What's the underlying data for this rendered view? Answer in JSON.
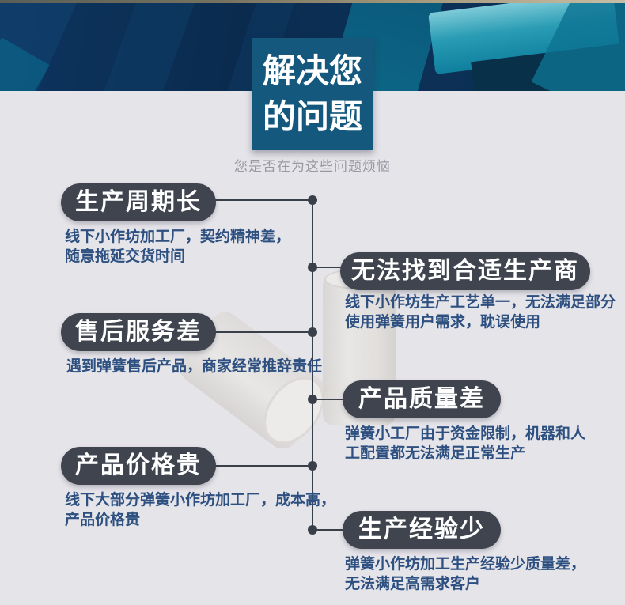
{
  "page": {
    "title_line1": "解决您",
    "title_line2": "的问题",
    "subtitle": "您是否在为这些问题烦恼"
  },
  "problems": {
    "left": [
      {
        "label": "生产周期长",
        "desc": "线下小作坊加工厂，契约精神差，\n随意拖延交货时间"
      },
      {
        "label": "售后服务差",
        "desc": "遇到弹簧售后产品，商家经常推辞责任"
      },
      {
        "label": "产品价格贵",
        "desc": "线下大部分弹簧小作坊加工厂，成本高，\n产品价格贵"
      }
    ],
    "right": [
      {
        "label": "无法找到合适生产商",
        "desc": "线下小作坊生产工艺单一，无法满足部分\n使用弹簧用户需求，耽误使用"
      },
      {
        "label": "产品质量差",
        "desc": "弹簧小工厂由于资金限制，机器和人\n工配置都无法满足正常生产"
      },
      {
        "label": "生产经验少",
        "desc": "弹簧小作坊加工生产经验少质量差，\n无法满足高需求客户"
      }
    ]
  },
  "colors": {
    "page_bg": "#e5e4e9",
    "title_box_bg": "#15587e",
    "pill_bg": "#3f444e",
    "desc_text": "#2d5080",
    "connector": "#3a4049",
    "header_navy": "#0a2d52",
    "header_teal": "#0f7f9e",
    "subtitle_text": "#9a99a1"
  }
}
